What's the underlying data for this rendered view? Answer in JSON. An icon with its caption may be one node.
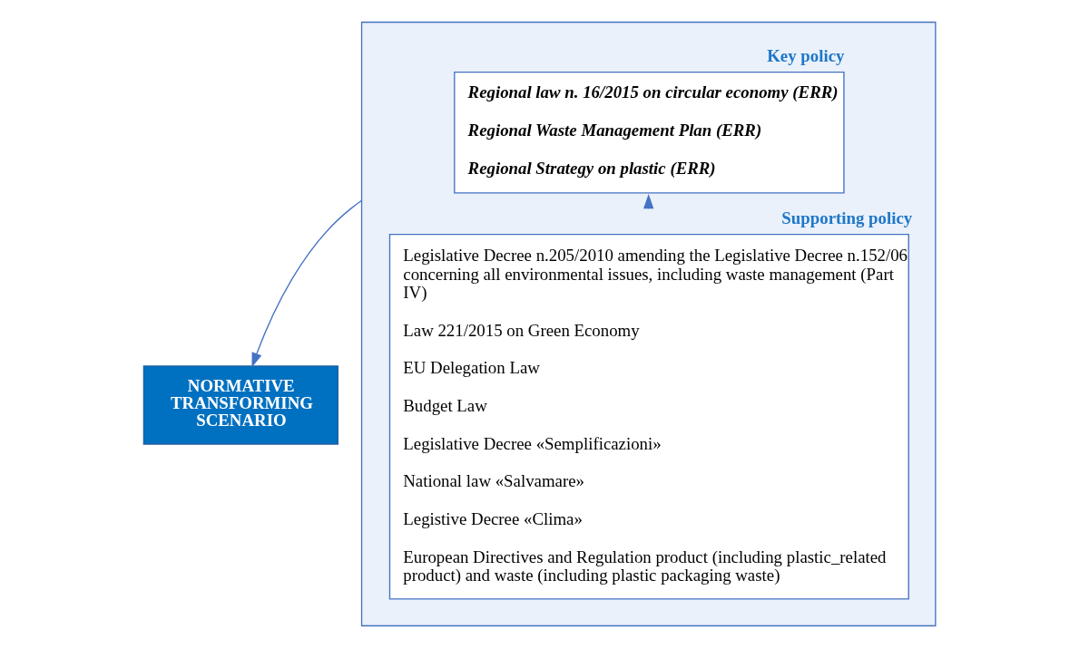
{
  "diagram": {
    "nodes": [
      {
        "text": [
          "NORMATIVE TRANSFORMING SCENARIO"
        ]
      },
      {
        "text": [],
        "shape": "box"
      },
      {
        "text": [
          "Key policy",
          "Regional law n. 16/2015 on circular economy (ERR)",
          "Regional Waste Management Plan (ERR)",
          "Regional Strategy on plastic (ERR)"
        ],
        "in": 1
      },
      {
        "text": [
          "Supporting policy",
          "Legislative Decree n.205/2010 amending the Legislative Decree n.152/06 concerning all environmental issues, including waste management (Part IV)",
          "Law 221/2015 on Green Economy",
          "EU Delegation Law",
          "Budget Law",
          "Legislative Decree «Semplificazioni»",
          "National law «Salvamare»",
          "Legistive Decree «Clima»",
          "European Directives and Regulation product (including plastic_related product) and waste (including plastic packaging waste)"
        ],
        "in": 1
      }
    ],
    "edges": [
      {
        "from": 1,
        "to": 0,
        "arrow": "to"
      },
      {
        "from": 3,
        "to": 2,
        "arrow": "to"
      }
    ]
  }
}
